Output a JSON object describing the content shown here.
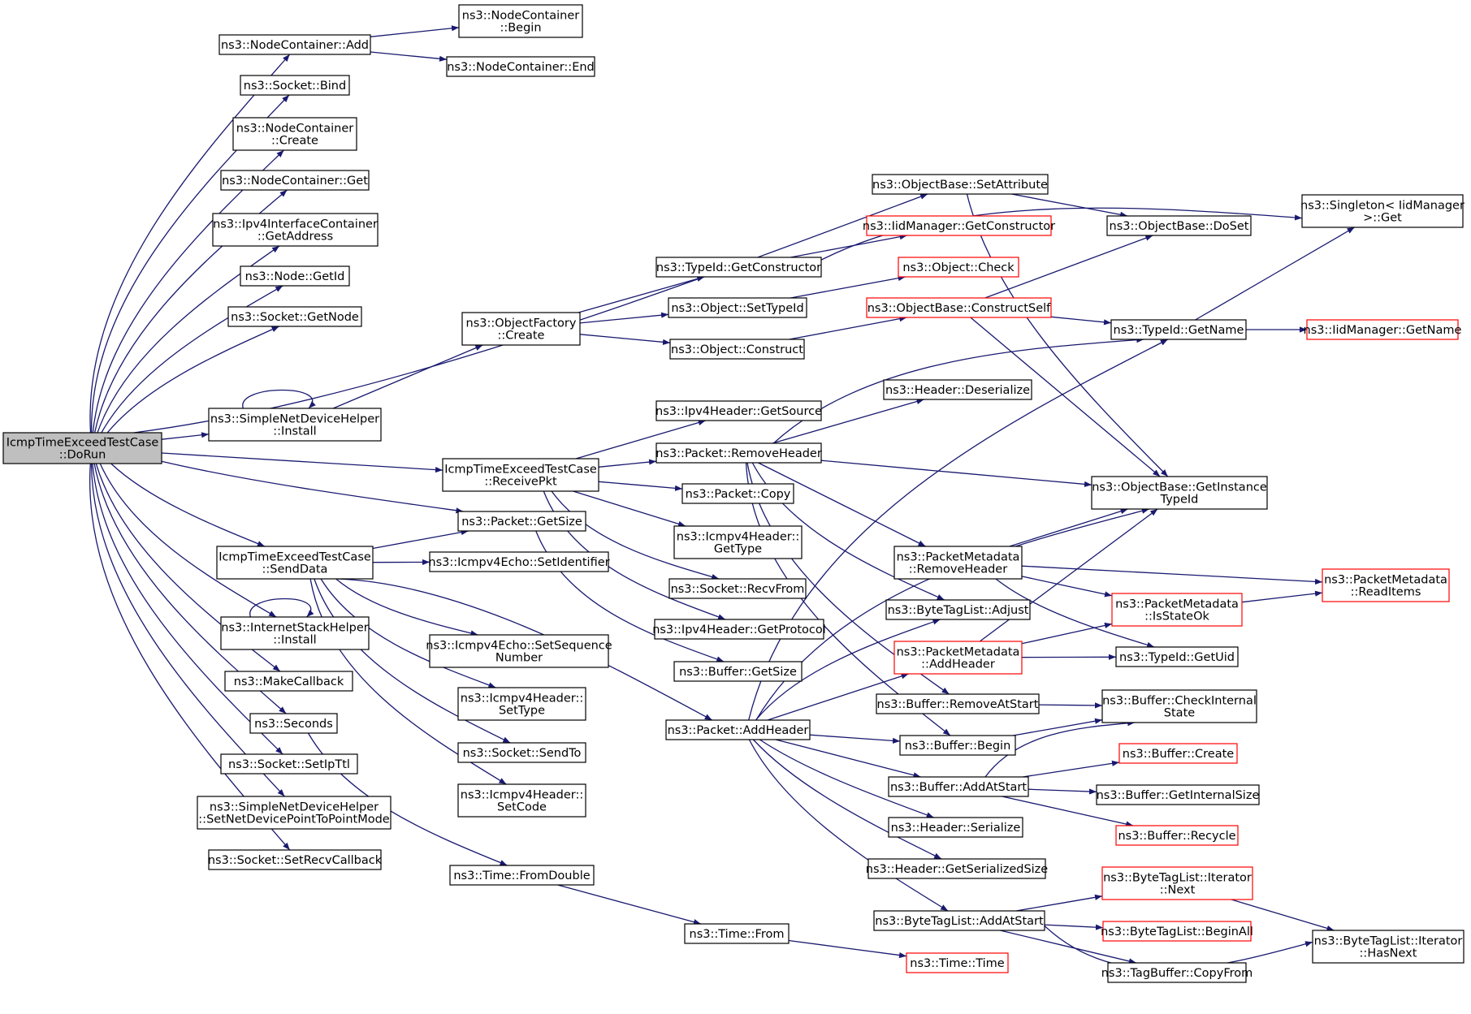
{
  "nodes": {
    "root": [
      "IcmpTimeExceedTestCase",
      "::DoRun"
    ],
    "nc_add": [
      "ns3::NodeContainer::Add"
    ],
    "nc_begin": [
      "ns3::NodeContainer",
      "::Begin"
    ],
    "nc_end": [
      "ns3::NodeContainer::End"
    ],
    "sock_bind": [
      "ns3::Socket::Bind"
    ],
    "nc_create": [
      "ns3::NodeContainer",
      "::Create"
    ],
    "nc_get": [
      "ns3::NodeContainer::Get"
    ],
    "ipv4ic_getaddr": [
      "ns3::Ipv4InterfaceContainer",
      "::GetAddress"
    ],
    "node_getid": [
      "ns3::Node::GetId"
    ],
    "sock_getnode": [
      "ns3::Socket::GetNode"
    ],
    "sndh_install": [
      "ns3::SimpleNetDeviceHelper",
      "::Install"
    ],
    "objfac_create": [
      "ns3::ObjectFactory",
      "::Create"
    ],
    "objbase_setattr": [
      "ns3::ObjectBase::SetAttribute"
    ],
    "singleton_get": [
      "ns3::Singleton< IidManager",
      ">::Get"
    ],
    "objbase_doset": [
      "ns3::ObjectBase::DoSet"
    ],
    "iid_getconstructor": [
      "ns3::IidManager::GetConstructor"
    ],
    "typeid_getconstructor": [
      "ns3::TypeId::GetConstructor"
    ],
    "object_check": [
      "ns3::Object::Check"
    ],
    "object_settypeid": [
      "ns3::Object::SetTypeId"
    ],
    "objbase_constructself": [
      "ns3::ObjectBase::ConstructSelf"
    ],
    "object_construct": [
      "ns3::Object::Construct"
    ],
    "typeid_getname": [
      "ns3::TypeId::GetName"
    ],
    "iid_getname": [
      "ns3::IidManager::GetName"
    ],
    "header_deserialize": [
      "ns3::Header::Deserialize"
    ],
    "ipv4h_getsource": [
      "ns3::Ipv4Header::GetSource"
    ],
    "receivepkt": [
      "IcmpTimeExceedTestCase",
      "::ReceivePkt"
    ],
    "packet_removeheader": [
      "ns3::Packet::RemoveHeader"
    ],
    "objbase_getinstance": [
      "ns3::ObjectBase::GetInstance",
      "TypeId"
    ],
    "packet_copy": [
      "ns3::Packet::Copy"
    ],
    "packet_getsize": [
      "ns3::Packet::GetSize"
    ],
    "icmpv4h_gettype": [
      "ns3::Icmpv4Header::",
      "GetType"
    ],
    "senddata": [
      "IcmpTimeExceedTestCase",
      "::SendData"
    ],
    "echo_setid": [
      "ns3::Icmpv4Echo::SetIdentifier"
    ],
    "pm_removeheader": [
      "ns3::PacketMetadata",
      "::RemoveHeader"
    ],
    "pm_readitems": [
      "ns3::PacketMetadata",
      "::ReadItems"
    ],
    "sock_recvfrom": [
      "ns3::Socket::RecvFrom"
    ],
    "pm_isstateok": [
      "ns3::PacketMetadata",
      "::IsStateOk"
    ],
    "btl_adjust": [
      "ns3::ByteTagList::Adjust"
    ],
    "ish_install": [
      "ns3::InternetStackHelper",
      "::Install"
    ],
    "echo_setseq": [
      "ns3::Icmpv4Echo::SetSequence",
      "Number"
    ],
    "ipv4h_getprotocol": [
      "ns3::Ipv4Header::GetProtocol"
    ],
    "pm_addheader": [
      "ns3::PacketMetadata",
      "::AddHeader"
    ],
    "typeid_getuid": [
      "ns3::TypeId::GetUid"
    ],
    "make_callback": [
      "ns3::MakeCallback"
    ],
    "buffer_getsize": [
      "ns3::Buffer::GetSize"
    ],
    "icmpv4h_settype": [
      "ns3::Icmpv4Header::",
      "SetType"
    ],
    "buffer_removeatstart": [
      "ns3::Buffer::RemoveAtStart"
    ],
    "buffer_checkinternal": [
      "ns3::Buffer::CheckInternal",
      "State"
    ],
    "seconds": [
      "ns3::Seconds"
    ],
    "packet_addheader": [
      "ns3::Packet::AddHeader"
    ],
    "buffer_begin": [
      "ns3::Buffer::Begin"
    ],
    "sock_sendto": [
      "ns3::Socket::SendTo"
    ],
    "buffer_create": [
      "ns3::Buffer::Create"
    ],
    "sock_setipttl": [
      "ns3::Socket::SetIpTtl"
    ],
    "buffer_addatstart": [
      "ns3::Buffer::AddAtStart"
    ],
    "icmpv4h_setcode": [
      "ns3::Icmpv4Header::",
      "SetCode"
    ],
    "sndh_setp2p": [
      "ns3::SimpleNetDeviceHelper",
      "::SetNetDevicePointToPointMode"
    ],
    "buffer_getinternalsize": [
      "ns3::Buffer::GetInternalSize"
    ],
    "header_serialize": [
      "ns3::Header::Serialize"
    ],
    "buffer_recycle": [
      "ns3::Buffer::Recycle"
    ],
    "sock_setrecvcb": [
      "ns3::Socket::SetRecvCallback"
    ],
    "header_getserializedsize": [
      "ns3::Header::GetSerializedSize"
    ],
    "time_fromdouble": [
      "ns3::Time::FromDouble"
    ],
    "btli_next": [
      "ns3::ByteTagList::Iterator",
      "::Next"
    ],
    "btl_addatstart": [
      "ns3::ByteTagList::AddAtStart"
    ],
    "btl_beginall": [
      "ns3::ByteTagList::BeginAll"
    ],
    "btli_hasnext": [
      "ns3::ByteTagList::Iterator",
      "::HasNext"
    ],
    "time_from": [
      "ns3::Time::From"
    ],
    "tagbuffer_copyfrom": [
      "ns3::TagBuffer::CopyFrom"
    ],
    "time_time": [
      "ns3::Time::Time"
    ]
  },
  "colors": {
    "edge": "#191970",
    "root_fill": "#bfbfbf",
    "external_border": "#ff0000"
  }
}
